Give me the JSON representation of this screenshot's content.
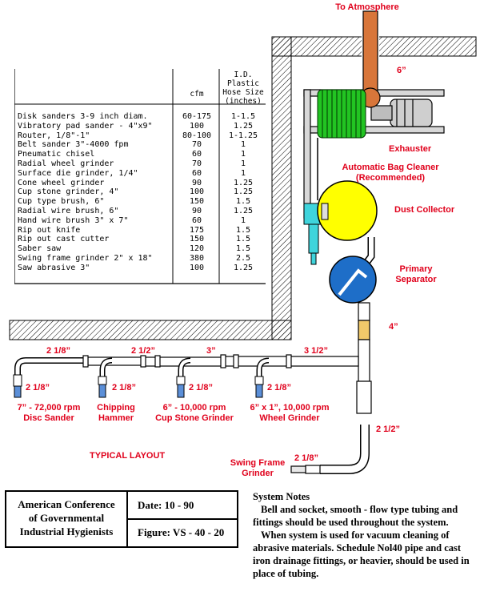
{
  "labels": {
    "to_atmosphere": "To Atmosphere",
    "six_inch": "6”",
    "exhauster": "Exhauster",
    "bag_cleaner_1": "Automatic Bag Cleaner",
    "bag_cleaner_2": "(Recommended)",
    "dust_collector": "Dust Collector",
    "primary_1": "Primary",
    "primary_2": "Separator",
    "four_inch": "4”",
    "d_2_1_8_a": "2 1/8”",
    "d_2_1_2": "2 1/2”",
    "d_3": "3”",
    "d_3_1_2": "3 1/2”",
    "d_2_1_8_b": "2 1/8”",
    "d_2_1_8_c": "2 1/8”",
    "d_2_1_8_d": "2 1/8”",
    "d_2_1_8_e": "2 1/8”",
    "d_2_1_2_b": "2 1/2”",
    "d_2_1_8_f": "2 1/8”",
    "disc_sander_1": "7” - 72,000 rpm",
    "disc_sander_2": "Disc Sander",
    "chipping_1": "Chipping",
    "chipping_2": "Hammer",
    "cup_stone_1": "6” - 10,000 rpm",
    "cup_stone_2": "Cup Stone Grinder",
    "wheel_1": "6” x 1”, 10,000 rpm",
    "wheel_2": "Wheel Grinder",
    "typical_layout": "TYPICAL LAYOUT",
    "swing_1": "Swing Frame",
    "swing_2": "Grinder"
  },
  "table": {
    "header_cfm": "cfm",
    "header_hose_1": "I.D. Plastic",
    "header_hose_2": "Hose Size",
    "header_hose_3": "(inches)",
    "rows": [
      {
        "tool": "Disk sanders 3-9 inch diam.",
        "cfm": "60-175",
        "hose": "1-1.5"
      },
      {
        "tool": "Vibratory pad sander - 4\"x9\"",
        "cfm": "100",
        "hose": "1.25"
      },
      {
        "tool": "Router, 1/8\"-1\"",
        "cfm": "80-100",
        "hose": "1-1.25"
      },
      {
        "tool": "Belt sander 3\"-4000 fpm",
        "cfm": "70",
        "hose": "1"
      },
      {
        "tool": "Pneumatic chisel",
        "cfm": "60",
        "hose": "1"
      },
      {
        "tool": "Radial wheel grinder",
        "cfm": "70",
        "hose": "1"
      },
      {
        "tool": "Surface die grinder, 1/4\"",
        "cfm": "60",
        "hose": "1"
      },
      {
        "tool": "Cone wheel grinder",
        "cfm": "90",
        "hose": "1.25"
      },
      {
        "tool": "Cup stone grinder, 4\"",
        "cfm": "100",
        "hose": "1.25"
      },
      {
        "tool": "Cup type brush, 6\"",
        "cfm": "150",
        "hose": "1.5"
      },
      {
        "tool": "Radial wire brush, 6\"",
        "cfm": "90",
        "hose": "1.25"
      },
      {
        "tool": "Hand wire brush 3\" x 7\"",
        "cfm": "60",
        "hose": "1"
      },
      {
        "tool": "Rip out knife",
        "cfm": "175",
        "hose": "1.5"
      },
      {
        "tool": "Rip out cast cutter",
        "cfm": "150",
        "hose": "1.5"
      },
      {
        "tool": "Saber saw",
        "cfm": "120",
        "hose": "1.5"
      },
      {
        "tool": "Swing frame grinder 2\" x 18\"",
        "cfm": "380",
        "hose": "2.5"
      },
      {
        "tool": "Saw abrasive 3\"",
        "cfm": "100",
        "hose": "1.25"
      }
    ]
  },
  "title_block": {
    "org_1": "American Conference",
    "org_2": "of Governmental",
    "org_3": "Industrial Hygienists",
    "date": "Date: 10 - 90",
    "figure": "Figure: VS - 40 - 20"
  },
  "notes": {
    "title": "System Notes",
    "p1": "Bell and socket, smooth - flow type tubing and fittings should be used throughout the system.",
    "p2": "When system is used for vacuum cleaning of abrasive materials.  Schedule Nol40 pipe and cast iron drainage fittings, or heavier, should be used in place of tubing."
  },
  "colors": {
    "label_red": "#e0001b",
    "stack_orange": "#d8763a",
    "coil_green": "#22c422",
    "collector_yellow": "#ffff00",
    "separator_blue": "#1e6ec8",
    "cleaner_cyan": "#3fd4dc",
    "tool_blue": "#5b8fd8",
    "fitting_tan": "#f0c96a"
  }
}
